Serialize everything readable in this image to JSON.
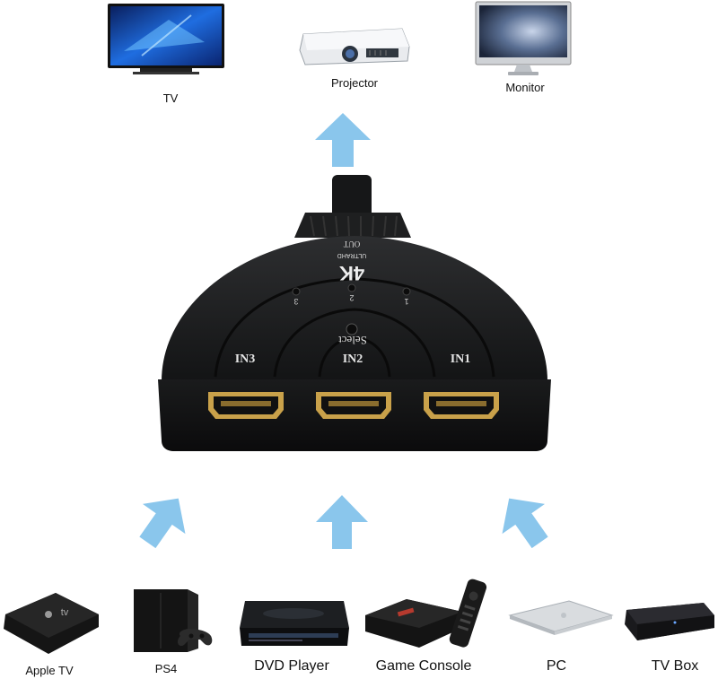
{
  "outputs": [
    {
      "label": "TV"
    },
    {
      "label": "Projector"
    },
    {
      "label": "Monitor"
    }
  ],
  "switch": {
    "out_label": "OUT",
    "brand_main": "4K",
    "brand_sub": "ULTRAHD",
    "select_label": "Select",
    "port_labels": [
      "IN3",
      "IN2",
      "IN1"
    ],
    "led_numbers": [
      "3",
      "2",
      "1"
    ]
  },
  "inputs": [
    {
      "label": "Apple TV"
    },
    {
      "label": "PS4"
    },
    {
      "label": "DVD Player"
    },
    {
      "label": "Game Console"
    },
    {
      "label": "PC"
    },
    {
      "label": "TV Box"
    }
  ],
  "apple_tv_mark": "tv",
  "colors": {
    "arrow": "#8ac6ec",
    "switch_body": "#1b1c1d",
    "switch_top": "#2a2b2c",
    "gold": "#c9a14a",
    "screen_blue": "#1f5fd1"
  }
}
